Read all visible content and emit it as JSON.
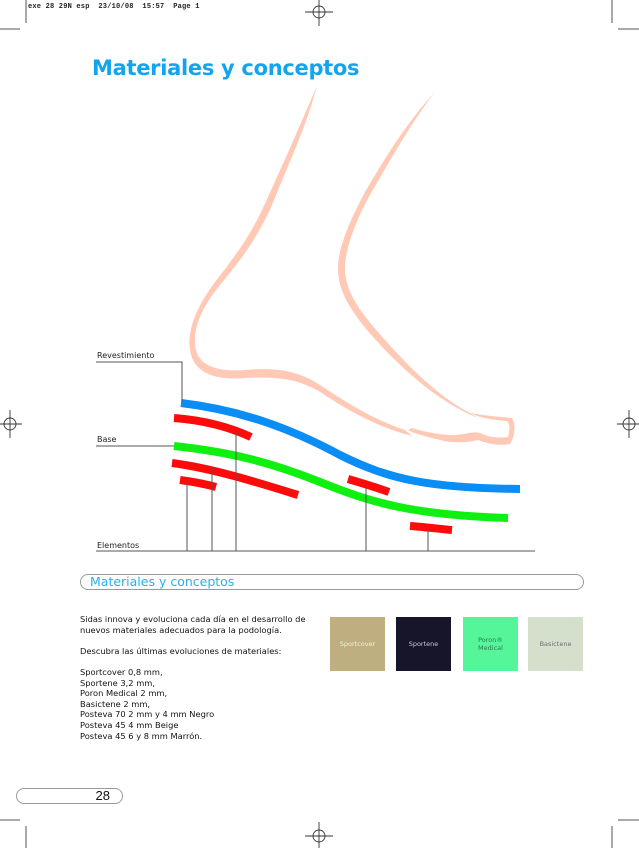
{
  "print_slug": "exe 28 29N esp  23/10/08  15:57  Page 1",
  "page_title": "Materiales y conceptos",
  "diagram": {
    "labels": {
      "revestimiento": "Revestimiento",
      "base": "Base",
      "elementos": "Elementos"
    },
    "colors": {
      "foot_outline": "#ffc9b5",
      "revestimiento_layer": "#0a8df5",
      "base_layer": "#10f010",
      "elements": "#ff0a0a",
      "leader_lines": "#555555"
    }
  },
  "section": {
    "title": "Materiales y conceptos",
    "color": "#2aaef0"
  },
  "body": {
    "intro": "Sidas innova y evoluciona cada día en el desarrollo de nuevos materiales adecuados para la podología.",
    "lead": "Descubra las últimas evoluciones de materiales:",
    "materials": [
      "Sportcover 0,8 mm,",
      "Sportene 3,2 mm,",
      "Poron Medical 2 mm,",
      "Basictene 2 mm,",
      "Posteva 70 2 mm y 4 mm Negro",
      "Posteva 45 4 mm Beige",
      "Posteva 45 6 y 8 mm Marrón."
    ]
  },
  "swatches": [
    {
      "label": "Sportcover",
      "color": "#bfae80",
      "text_color": "#f4f0e2"
    },
    {
      "label": "Sportene",
      "color": "#16152a",
      "text_color": "#c9c9d6"
    },
    {
      "label": "Poron® Medical",
      "color": "#55f59a",
      "text_color": "#2f7a50"
    },
    {
      "label": "Basictene",
      "color": "#d5e0cc",
      "text_color": "#6b6f74"
    }
  ],
  "page_number": "28"
}
